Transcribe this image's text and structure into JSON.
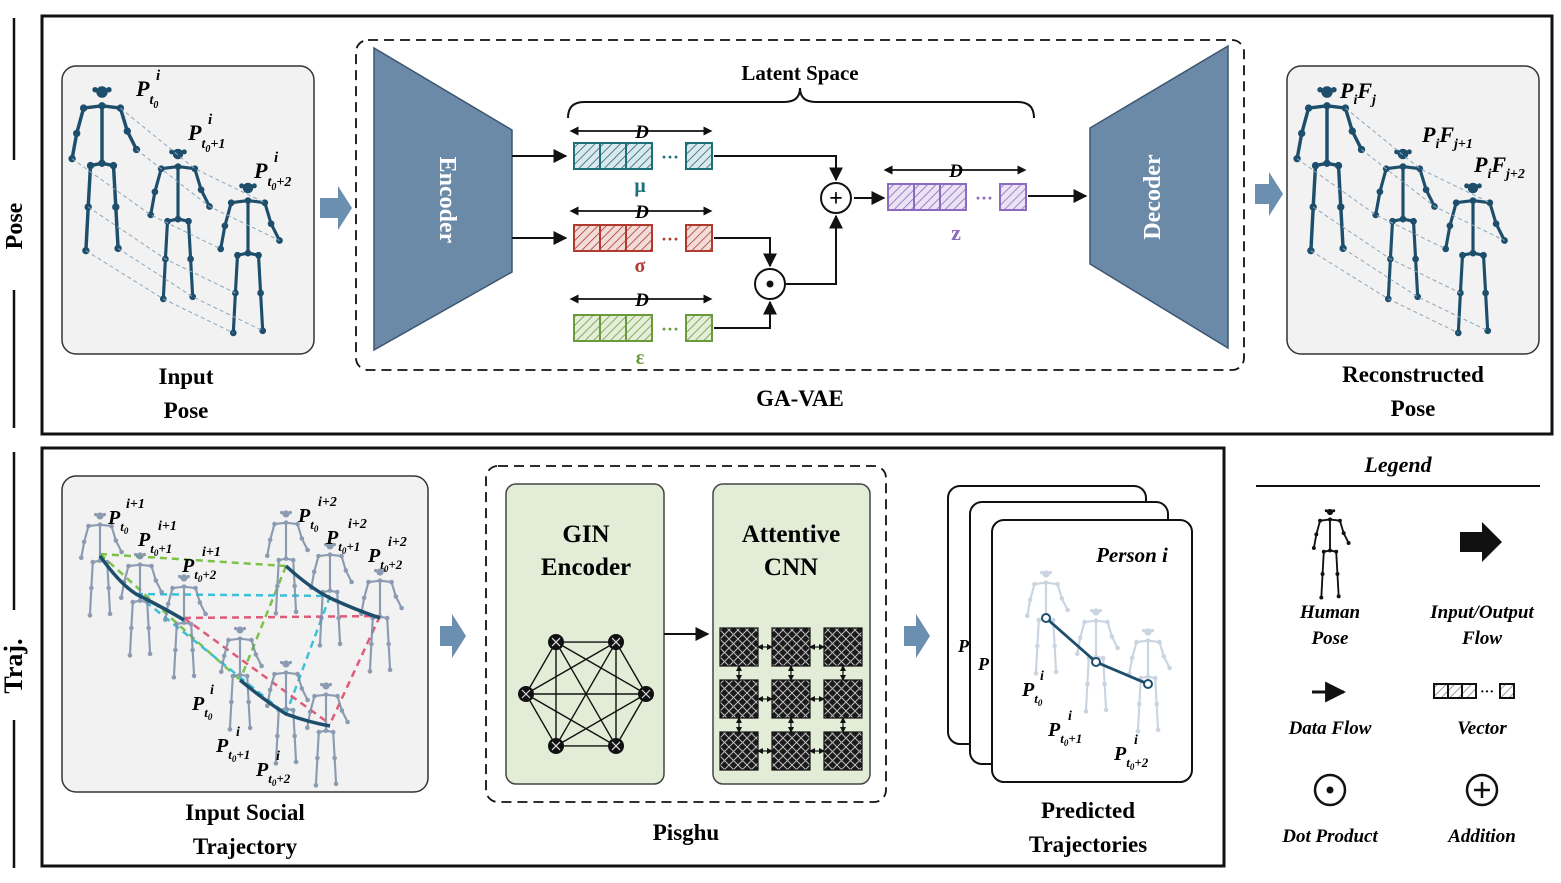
{
  "pose": {
    "section_label": "Pose",
    "input_caption": [
      "Input",
      "Pose"
    ],
    "latent_space_label": "Latent Space",
    "encoder_label": "Encoder",
    "decoder_label": "Decoder",
    "vae_label": "GA-VAE",
    "dim_label": "D",
    "mu_label": "μ",
    "sigma_label": "σ",
    "eps_label": "ε",
    "z_label": "z",
    "plus_symbol": "+",
    "dot_symbol": "⊙",
    "output_caption": [
      "Reconstructed",
      "Pose"
    ],
    "input_pose_labels": [
      {
        "base": "P",
        "sub": "t",
        "subsub": "0",
        "suffix": "",
        "sup": "i"
      },
      {
        "base": "P",
        "sub": "t",
        "subsub": "0",
        "suffix": "+1",
        "sup": "i"
      },
      {
        "base": "P",
        "sub": "t",
        "subsub": "0",
        "suffix": "+2",
        "sup": "i"
      }
    ],
    "output_pose_labels": [
      "PiFj",
      "PiFj+1",
      "PiFj+2"
    ],
    "colors": {
      "mu": "#1f6f7a",
      "sigma": "#b03a2e",
      "eps": "#6a9a3a",
      "z": "#8a6bbf",
      "trapezoid": "#6b8aa8",
      "skeleton": "#1d4e6b",
      "flow_arrow": "#6b8fb0"
    }
  },
  "traj": {
    "section_label": "Traj.",
    "input_caption": [
      "Input Social",
      "Trajectory"
    ],
    "model_label": "Pisghu",
    "gin_label": [
      "GIN",
      "Encoder"
    ],
    "cnn_label": [
      "Attentive",
      "CNN"
    ],
    "output_caption": [
      "Predicted",
      "Trajectories"
    ],
    "person_label": "Person i",
    "colors": {
      "block_fill": "#e3ecd6",
      "green_dash": "#7cc24a",
      "cyan_dash": "#3cc0d9",
      "red_dash": "#e05a7a",
      "skeleton": "#7a8ea8"
    }
  },
  "legend": {
    "title": "Legend",
    "items": [
      {
        "icon": "human-pose-icon",
        "label": [
          "Human",
          "Pose"
        ]
      },
      {
        "icon": "io-flow-icon",
        "label": [
          "Input/Output",
          "Flow"
        ]
      },
      {
        "icon": "data-flow-icon",
        "label": [
          "Data Flow"
        ]
      },
      {
        "icon": "vector-icon",
        "label": [
          "Vector"
        ]
      },
      {
        "icon": "dot-product-icon",
        "label": [
          "Dot Product"
        ]
      },
      {
        "icon": "addition-icon",
        "label": [
          "Addition"
        ]
      }
    ]
  }
}
